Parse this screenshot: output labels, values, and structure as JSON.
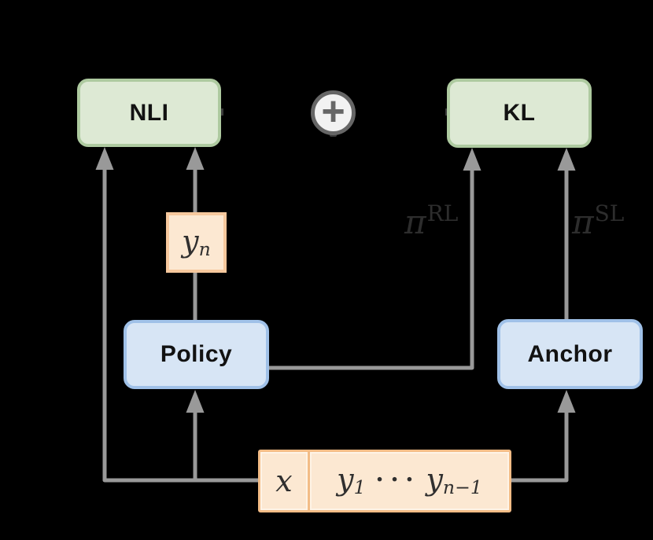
{
  "figure": {
    "background": "#000000",
    "edge_color": "#999999",
    "nodes": {
      "nli": {
        "label": "NLI",
        "fill": "#dde9d4",
        "stroke": "#aecaa0"
      },
      "kl": {
        "label": "KL",
        "fill": "#dde9d4",
        "stroke": "#aecaa0"
      },
      "policy": {
        "label": "Policy",
        "fill": "#d7e5f5",
        "stroke": "#a0c1e8"
      },
      "anchor": {
        "label": "Anchor",
        "fill": "#d7e5f5",
        "stroke": "#a0c1e8"
      },
      "plus": {
        "symbol": "+",
        "fill": "#f2f2f2",
        "stroke": "#666666"
      },
      "yn": {
        "base": "y",
        "sub": "n",
        "fill": "#fce8d2",
        "stroke": "#f6c89d"
      },
      "sequence": {
        "x_label": "x",
        "y_first_base": "y",
        "y_first_sub": "1",
        "dots": "⋅⋅⋅",
        "y_last_base": "y",
        "y_last_sub": "n−1",
        "fill": "#fce8d2",
        "stroke": "#f3bc86"
      }
    },
    "edge_labels": {
      "pi_rl": {
        "base": "π",
        "sup": "RL"
      },
      "pi_sl": {
        "base": "π",
        "sup": "SL"
      }
    }
  }
}
